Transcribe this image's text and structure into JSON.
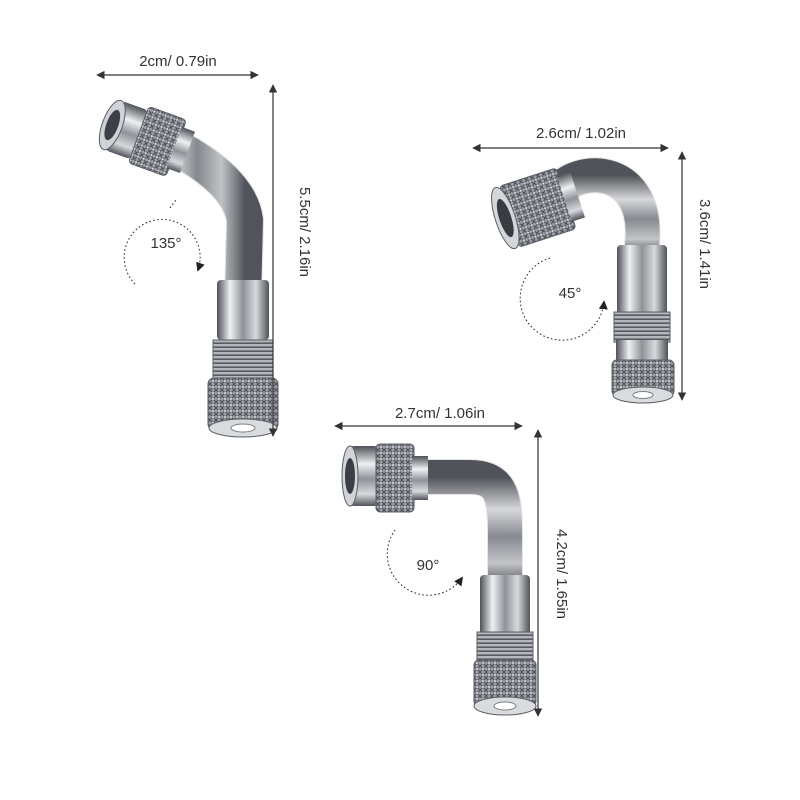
{
  "products": [
    {
      "angle_label": "135°",
      "width_label": "2cm/ 0.79in",
      "height_label": "5.5cm/ 2.16in"
    },
    {
      "angle_label": "45°",
      "width_label": "2.6cm/ 1.02in",
      "height_label": "3.6cm/ 1.41in"
    },
    {
      "angle_label": "90°",
      "width_label": "2.7cm/ 1.06in",
      "height_label": "4.2cm/ 1.65in"
    }
  ],
  "colors": {
    "metal_dark": "#5a5d63",
    "metal_mid": "#a8acb2",
    "metal_light": "#eef0f2",
    "annotation": "#333333"
  }
}
